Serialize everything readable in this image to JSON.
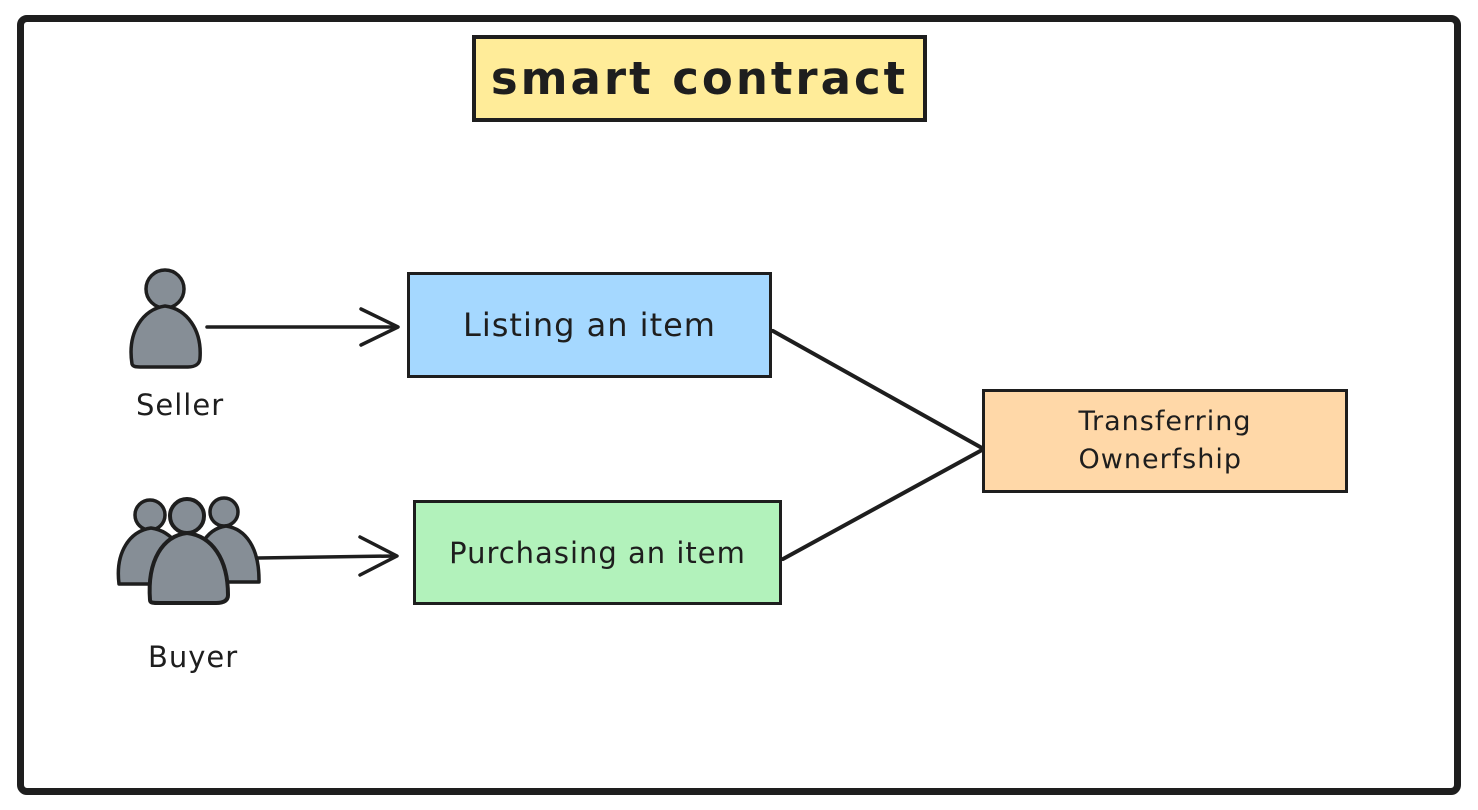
{
  "title": {
    "text": "smart contract"
  },
  "actors": {
    "seller": {
      "label": "Seller",
      "icon": "single-person"
    },
    "buyer": {
      "label": "Buyer",
      "icon": "people-group"
    }
  },
  "nodes": {
    "listing": {
      "label": "Listing an item",
      "color": "#a5d8ff"
    },
    "purchasing": {
      "label": "Purchasing an item",
      "color": "#b2f2bb"
    },
    "transfer": {
      "label": "Transferring Ownerfship",
      "line1": "Transferring",
      "line2": "Ownerfship",
      "color": "#ffd8a8"
    }
  },
  "edges": [
    {
      "from": "seller",
      "to": "listing",
      "type": "arrow"
    },
    {
      "from": "buyer",
      "to": "purchasing",
      "type": "arrow"
    },
    {
      "from": "listing",
      "to": "transfer",
      "type": "line"
    },
    {
      "from": "purchasing",
      "to": "transfer",
      "type": "line"
    }
  ],
  "colors": {
    "background": "#ffffff",
    "stroke": "#1e1e1e",
    "title_bg": "#ffec99",
    "person_fill": "#868e96"
  }
}
